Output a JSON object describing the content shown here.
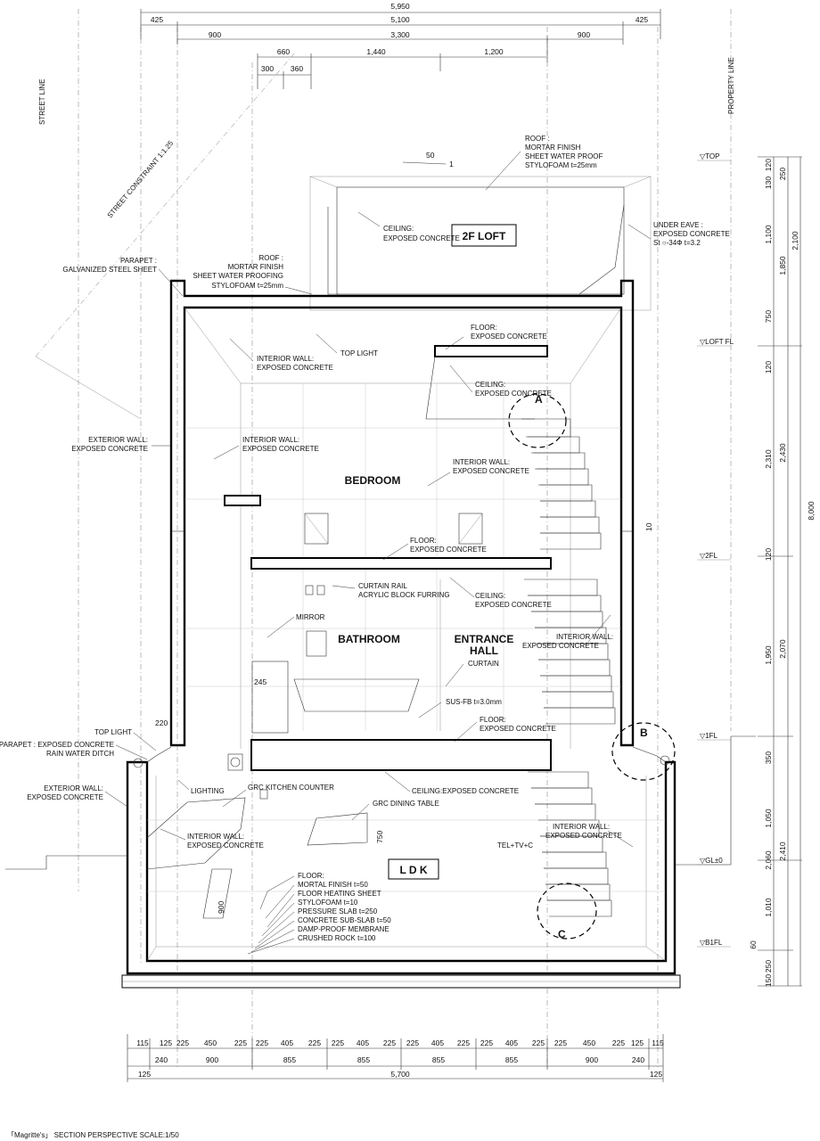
{
  "dims_top": {
    "row1": [
      "5,950"
    ],
    "row2": [
      "425",
      "5,100",
      "425"
    ],
    "row3": [
      "900",
      "3,300",
      "900"
    ],
    "row4": [
      "660",
      "1,440",
      "1,200"
    ],
    "row5": [
      "300",
      "360"
    ]
  },
  "dims_bottom": {
    "row1": [
      "115",
      "125",
      "225",
      "450",
      "225",
      "225",
      "405",
      "225",
      "225",
      "405",
      "225",
      "225",
      "405",
      "225",
      "225",
      "405",
      "225",
      "225",
      "450",
      "225",
      "125",
      "115"
    ],
    "row2": [
      "240",
      "900",
      "855",
      "855",
      "855",
      "855",
      "900",
      "240"
    ],
    "row3": [
      "125",
      "5,700",
      "125"
    ]
  },
  "dims_right": {
    "col1": [
      "120",
      "130",
      "1,100",
      "750",
      "120",
      "2,310",
      "120",
      "1,950",
      "350",
      "1,050",
      "2,060",
      "1,010",
      "60",
      "250",
      "150"
    ],
    "col2": [
      "250",
      "1,850",
      "2,430",
      "2,070",
      "2,410"
    ],
    "col3": [
      "2,100",
      "8,000"
    ]
  },
  "levels": [
    "▽TOP",
    "▽LOFT FL",
    "▽2FL",
    "▽1FL",
    "▽GL±0",
    "▽B1FL"
  ],
  "side_labels": {
    "street_line": "STREET LINE",
    "property_line": "PROPERTY LINE",
    "street_constraint": "STREET CONSTRAINT 1:1.25"
  },
  "slope": {
    "rise": "50",
    "run": "1"
  },
  "rooms": {
    "loft": "2F LOFT",
    "bedroom": "BEDROOM",
    "bathroom": "BATHROOM",
    "entrance1": "ENTRANCE",
    "entrance2": "HALL",
    "ldk": "L D K"
  },
  "details": {
    "a": "A",
    "b": "B",
    "c": "C"
  },
  "misc": {
    "d10": "10",
    "d245": "245",
    "d220": "220",
    "d750": "750",
    "d900": "900",
    "tel": "TEL+TV+C"
  },
  "notes": {
    "roof_top": [
      "ROOF :",
      "MORTAR FINISH",
      "SHEET WATER PROOF",
      "STYLOFOAM  t=25mm"
    ],
    "ceil_loft": [
      "CEILING:",
      "EXPOSED CONCRETE"
    ],
    "under_eave": [
      "UNDER EAVE :",
      "EXPOSED CONCRETE",
      "St  ○-34Φ  t=3.2"
    ],
    "parapet_top": [
      "PARAPET :",
      "GALVANIZED STEEL SHEET"
    ],
    "roof_mid": [
      "ROOF :",
      "MORTAR FINISH",
      "SHEET WATER PROOFING",
      "STYLOFOAM  t=25mm"
    ],
    "floor_loft": [
      "FLOOR:",
      "EXPOSED CONCRETE"
    ],
    "top_light1": [
      "TOP LIGHT"
    ],
    "int_wall1": [
      "INTERIOR WALL:",
      "EXPOSED CONCRETE"
    ],
    "ceil_bed": [
      "CEILING:",
      "EXPOSED CONCRETE"
    ],
    "ext_wall1": [
      "EXTERIOR WALL:",
      "EXPOSED CONCRETE"
    ],
    "int_wall2": [
      "INTERIOR WALL:",
      "EXPOSED CONCRETE"
    ],
    "int_wall3": [
      "INTERIOR WALL:",
      "EXPOSED CONCRETE"
    ],
    "floor_2f": [
      "FLOOR:",
      "EXPOSED CONCRETE"
    ],
    "curtain_rail": [
      "CURTAIN RAIL",
      "ACRYLIC BLOCK FURRING"
    ],
    "ceil_1f": [
      "CEILING:",
      "EXPOSED CONCRETE"
    ],
    "mirror": [
      "MIRROR"
    ],
    "int_wall4": [
      "INTERIOR WALL:",
      "EXPOSED CONCRETE"
    ],
    "curtain": [
      "CURTAIN"
    ],
    "susfb": [
      "SUS-FB  t=3.0mm"
    ],
    "floor_1f": [
      "FLOOR:",
      "EXPOSED CONCRETE"
    ],
    "top_light2": [
      "TOP LIGHT"
    ],
    "parapet_low": [
      "PARAPET : EXPOSED CONCRETE",
      "RAIN WATER DITCH"
    ],
    "lighting": [
      "LIGHTING"
    ],
    "grc_counter": [
      "GRC KITCHEN COUNTER"
    ],
    "ceil_b1": [
      "CEILING:EXPOSED CONCRETE"
    ],
    "ext_wall2": [
      "EXTERIOR WALL:",
      "EXPOSED CONCRETE"
    ],
    "grc_table": [
      "GRC DINING TABLE"
    ],
    "int_wall5": [
      "INTERIOR WALL:",
      "EXPOSED CONCRETE"
    ],
    "int_wall6": [
      "INTERIOR WALL:",
      "EXPOSED CONCRETE"
    ],
    "floor_b1": [
      "FLOOR:",
      "MORTAL FINISH  t=50",
      "FLOOR HEATING SHEET",
      "STYLOFOAM  t=10",
      "PRESSURE SLAB  t=250",
      "CONCRETE SUB-SLAB  t=50",
      "DAMP-PROOF MEMBRANE",
      "CRUSHED ROCK  t=100"
    ]
  },
  "caption": "「Magritte's」 SECTION PERSPECTIVE SCALE:1/50"
}
